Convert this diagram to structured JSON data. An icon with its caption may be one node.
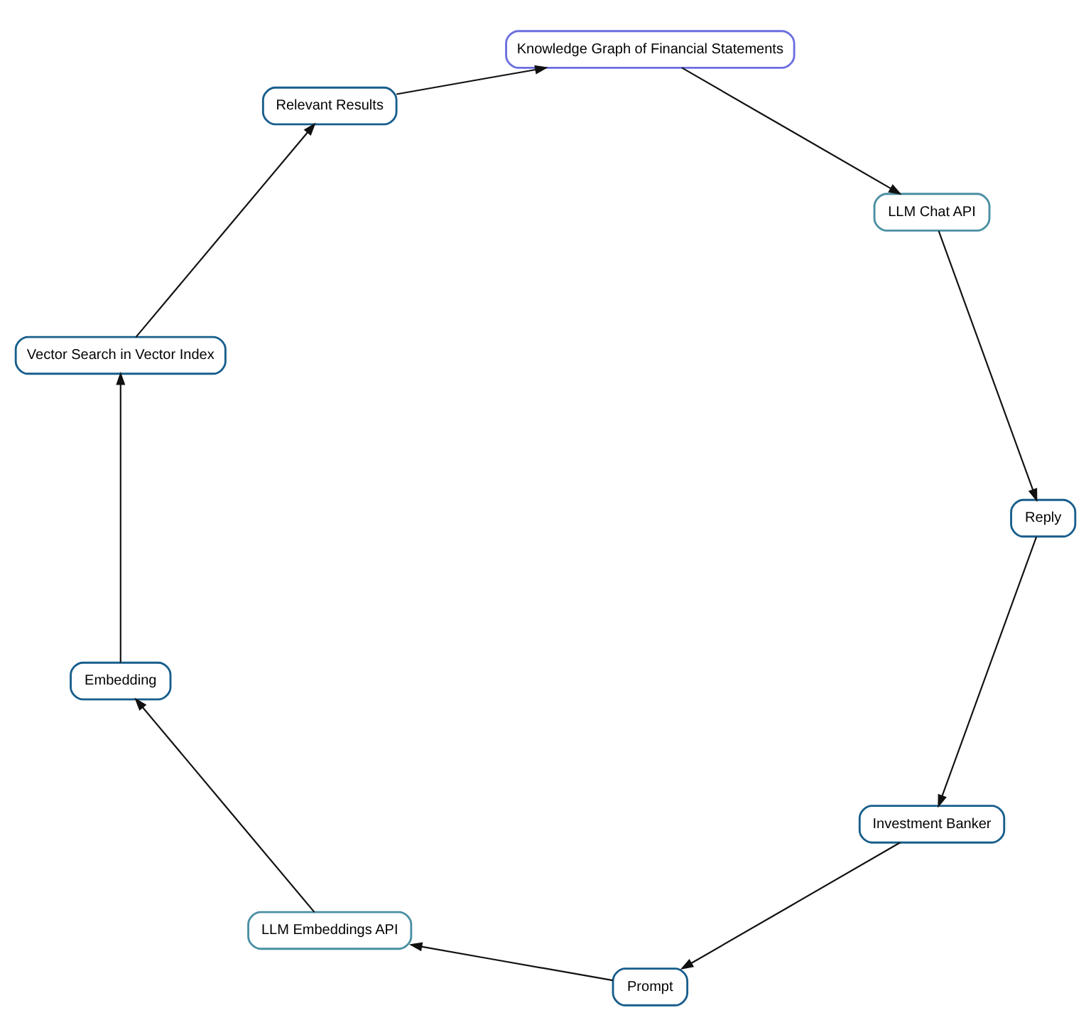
{
  "diagram": {
    "nodes": [
      {
        "text": [
          "Investment Banker"
        ]
      },
      {
        "text": [
          "Prompt"
        ]
      },
      {
        "text": [
          "LLM Embeddings API"
        ]
      },
      {
        "text": [
          "Embedding"
        ]
      },
      {
        "text": [
          "Vector Search in Vector Index"
        ]
      },
      {
        "text": [
          "Relevant Results"
        ]
      },
      {
        "text": [
          "Knowledge Graph of Financial Statements"
        ]
      },
      {
        "text": [
          "LLM Chat API"
        ]
      },
      {
        "text": [
          "Reply"
        ]
      }
    ],
    "edges": [
      {
        "from": 0,
        "to": 1,
        "arrow": "to"
      },
      {
        "from": 1,
        "to": 2,
        "arrow": "to"
      },
      {
        "from": 2,
        "to": 3,
        "arrow": "to"
      },
      {
        "from": 3,
        "to": 4,
        "arrow": "to"
      },
      {
        "from": 4,
        "to": 5,
        "arrow": "to"
      },
      {
        "from": 5,
        "to": 6,
        "arrow": "to"
      },
      {
        "from": 6,
        "to": 7,
        "arrow": "to"
      },
      {
        "from": 7,
        "to": 8,
        "arrow": "to"
      },
      {
        "from": 8,
        "to": 0,
        "arrow": "to"
      }
    ]
  }
}
